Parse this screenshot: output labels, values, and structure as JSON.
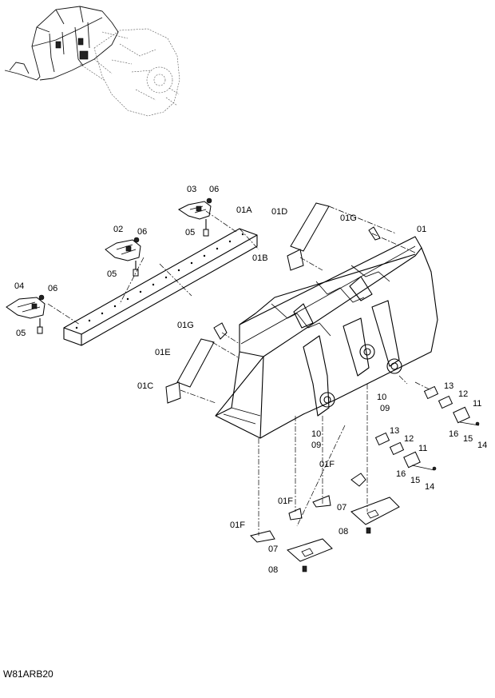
{
  "diagram": {
    "code": "W81ARB20",
    "callouts": {
      "c03": "03",
      "c06a": "06",
      "c01A": "01A",
      "c05a": "05",
      "c01D": "01D",
      "c01G_top": "01G",
      "c01": "01",
      "c02": "02",
      "c06b": "06",
      "c01B": "01B",
      "c05b": "05",
      "c04": "04",
      "c06c": "06",
      "c05c": "05",
      "c01G": "01G",
      "c01E": "01E",
      "c01C": "01C",
      "c13a": "13",
      "c12a": "12",
      "c11a": "11",
      "c10a": "10",
      "c09a": "09",
      "c16a": "16",
      "c15a": "15",
      "c14a": "14",
      "c13b": "13",
      "c12b": "12",
      "c11b": "11",
      "c10b": "10",
      "c09b": "09",
      "c16b": "16",
      "c15b": "15",
      "c14b": "14",
      "c01F_a": "01F",
      "c01F_b": "01F",
      "c01F_c": "01F",
      "c07a": "07",
      "c08a": "08",
      "c07b": "07",
      "c08b": "08"
    }
  }
}
